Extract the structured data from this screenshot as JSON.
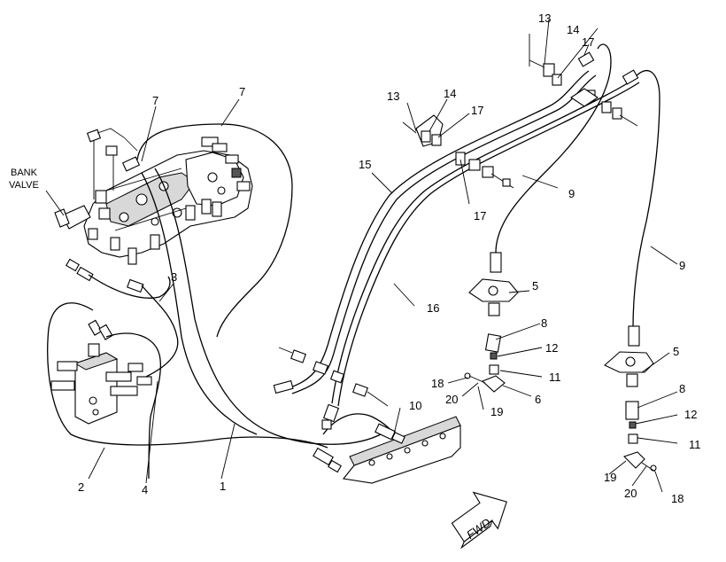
{
  "callouts": {
    "c1": "1",
    "c2": "2",
    "c3": "3",
    "c4": "4",
    "c5a": "5",
    "c5b": "5",
    "c6": "6",
    "c7a": "7",
    "c7b": "7",
    "c8a": "8",
    "c8b": "8",
    "c9a": "9",
    "c9b": "9",
    "c10": "10",
    "c11a": "11",
    "c11b": "11",
    "c12a": "12",
    "c12b": "12",
    "c13a": "13",
    "c13b": "13",
    "c14a": "14",
    "c14b": "14",
    "c15": "15",
    "c16": "16",
    "c17a": "17",
    "c17b": "17",
    "c17c": "17",
    "c18a": "18",
    "c18b": "18",
    "c19a": "19",
    "c19b": "19",
    "c20a": "20",
    "c20b": "20"
  },
  "bank_valve": {
    "line1": "BANK",
    "line2": "VALVE"
  },
  "fwd_arrow": {
    "label": "FWD"
  }
}
